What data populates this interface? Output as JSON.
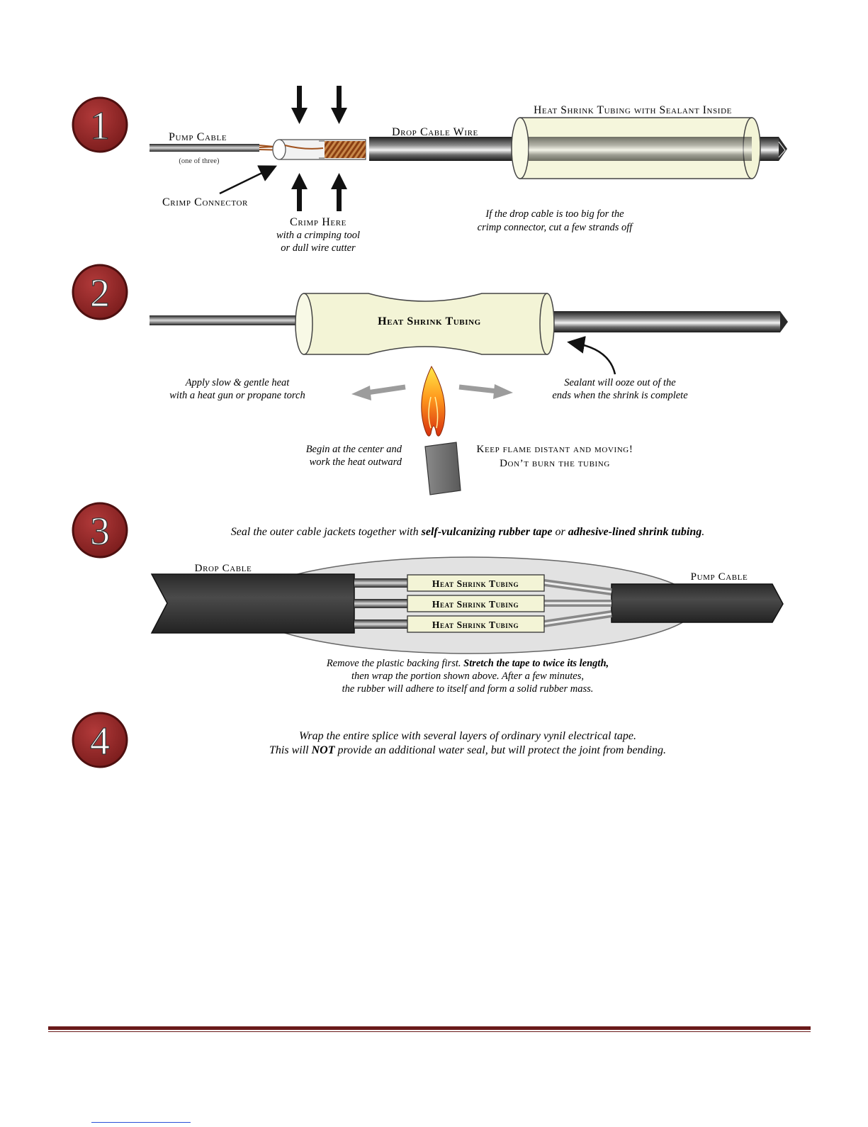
{
  "colors": {
    "badge": "#8e2424",
    "badge_ring": "#5c1414",
    "tubing_fill": "#f3f4d6",
    "cable_dark": "#3b3b3b",
    "copper": "#a0521e",
    "footer_rule": "#6a1a1a",
    "tape_fill": "#e2e2e2"
  },
  "step1": {
    "badge": "1",
    "pump_cable": "Pump Cable",
    "one_of_three": "(one of three)",
    "crimp_connector": "Crimp Connector",
    "crimp_here": "Crimp Here",
    "crimp_here_sub1": "with a crimping tool",
    "crimp_here_sub2": "or dull wire cutter",
    "drop_cable_wire": "Drop Cable Wire",
    "heat_shrink_sealant": "Heat Shrink Tubing with Sealant Inside",
    "note_line1": "If the drop cable is too big for the",
    "note_line2": "crimp connector, cut a few strands off"
  },
  "step2": {
    "badge": "2",
    "tubing_label": "Heat Shrink Tubing",
    "apply_line1": "Apply slow & gentle heat",
    "apply_line2": "with a heat gun or propane torch",
    "sealant_line1": "Sealant will ooze out of the",
    "sealant_line2": "ends when the shrink is complete",
    "begin_line1": "Begin at the center and",
    "begin_line2": "work the heat outward",
    "keep_line1": "Keep flame distant and moving!",
    "keep_line2": "Don’t burn the tubing"
  },
  "step3": {
    "badge": "3",
    "intro_pre": "Seal the outer cable jackets together with ",
    "intro_bold1": "self-vulcanizing rubber tape",
    "intro_mid": " or ",
    "intro_bold2": "adhesive-lined shrink tubing",
    "intro_post": ".",
    "drop_cable": "Drop Cable",
    "pump_cable": "Pump Cable",
    "tubing_labels": [
      "Heat Shrink Tubing",
      "Heat Shrink Tubing",
      "Heat Shrink Tubing"
    ],
    "note1_pre": "Remove the plastic backing first.  ",
    "note1_bold": "Stretch the tape to twice its length,",
    "note2": "then wrap the portion shown above.  After a few minutes,",
    "note3": "the rubber will adhere to itself and form a solid rubber mass."
  },
  "step4": {
    "badge": "4",
    "line1": "Wrap the entire splice with several layers of ordinary vynil electrical tape.",
    "line2_pre": "This will ",
    "line2_bold": "NOT",
    "line2_post": " provide an additional water seal, but will protect the joint from bending."
  }
}
